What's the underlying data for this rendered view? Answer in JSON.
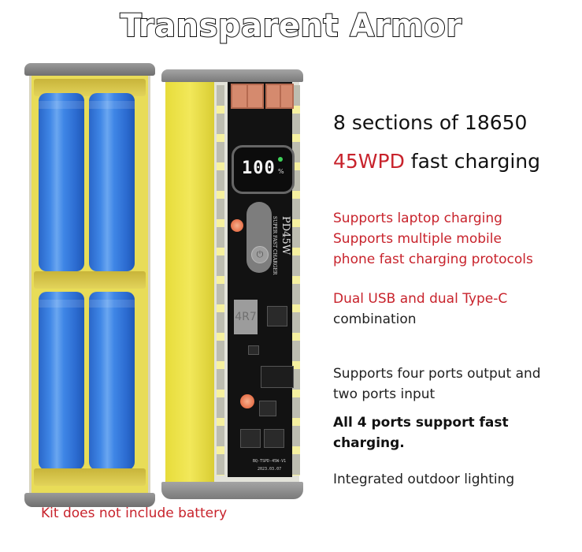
{
  "title": "Transparent Armor",
  "product_left": {
    "description": "Battery case with four blue 18650 cells",
    "cells": 4,
    "colors": {
      "shell": "#e8dc58",
      "cell": "#3f86e6",
      "cap": "#7f7f7f"
    }
  },
  "product_right": {
    "description": "Transparent power bank with PCB",
    "display_value": "100",
    "display_unit": "%",
    "pcb_label_main": "PD45W",
    "pcb_label_sub": "SUPER FAST CHARGER",
    "inductor_label": "4R7",
    "pcb_model": "BQ-TSPD-45W-V1",
    "pcb_date": "2023.03.07",
    "power_icon": "power-icon"
  },
  "features": {
    "sections": "8 sections of 18650",
    "fast_charge_highlight": "45WPD",
    "fast_charge_rest": " fast charging",
    "laptop_line1": "Supports laptop charging",
    "laptop_line2": "Supports multiple mobile",
    "laptop_line3": "phone fast charging protocols",
    "ports_red": "Dual USB and dual Type-C",
    "ports_black": "combination",
    "io_line1": "Supports four ports output and",
    "io_line2": "two ports input",
    "all_ports_line1": "All 4 ports support fast",
    "all_ports_line2": "charging.",
    "lighting": "Integrated outdoor lighting"
  },
  "note": "Kit does not include battery",
  "colors": {
    "accent_red": "#c8232c",
    "text": "#111111"
  }
}
